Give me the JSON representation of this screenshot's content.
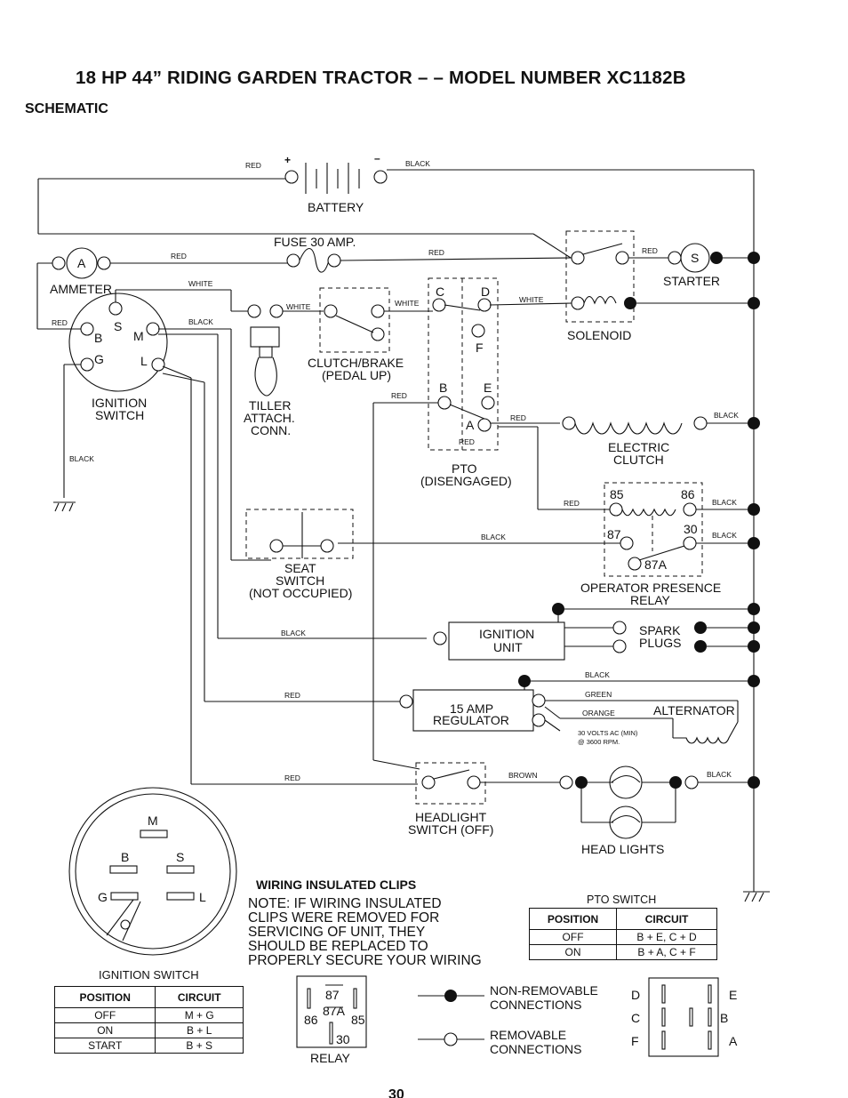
{
  "header": {
    "title": "18 HP 44” RIDING GARDEN TRACTOR – – MODEL NUMBER XC1182B",
    "subtitle": "SCHEMATIC"
  },
  "battery": {
    "label": "BATTERY",
    "pos_wire": "RED",
    "neg_wire": "BLACK",
    "plus": "+",
    "minus": "–"
  },
  "components": {
    "fuse": "FUSE 30 AMP.",
    "ammeter": "AMMETER",
    "ammeter_letter": "A",
    "starter": "STARTER",
    "starter_letter": "S",
    "solenoid": "SOLENOID",
    "ignition_switch": [
      "IGNITION",
      "SWITCH"
    ],
    "tiller": [
      "TILLER",
      "ATTACH.",
      "CONN."
    ],
    "clutch_brake": [
      "CLUTCH/BRAKE",
      "(PEDAL UP)"
    ],
    "pto": [
      "PTO",
      "(DISENGAGED)"
    ],
    "electric_clutch": [
      "ELECTRIC",
      "CLUTCH"
    ],
    "seat_switch": [
      "SEAT",
      "SWITCH",
      "(NOT OCCUPIED)"
    ],
    "relay": [
      "OPERATOR PRESENCE",
      "RELAY"
    ],
    "ignition_unit": [
      "IGNITION",
      "UNIT"
    ],
    "spark_plugs": [
      "SPARK",
      "PLUGS"
    ],
    "regulator": [
      "15 AMP",
      "REGULATOR"
    ],
    "alternator": "ALTERNATOR",
    "alt_note": [
      "30 VOLTS AC (MIN)",
      "@ 3600 RPM."
    ],
    "headlight_switch": [
      "HEADLIGHT",
      "SWITCH (OFF)"
    ],
    "head_lights": "HEAD LIGHTS"
  },
  "terminals": {
    "ign": [
      "S",
      "M",
      "B",
      "G",
      "L"
    ],
    "pto": [
      "C",
      "D",
      "F",
      "B",
      "E",
      "A"
    ],
    "relay": [
      "85",
      "86",
      "87",
      "30",
      "87A"
    ]
  },
  "wire_labels": {
    "red": "RED",
    "black": "BLACK",
    "white": "WHITE",
    "green": "GREEN",
    "orange": "ORANGE",
    "brown": "BROWN"
  },
  "wiring_clips": {
    "heading": "WIRING INSULATED CLIPS",
    "note": "NOTE: IF WIRING INSULATED\nCLIPS WERE REMOVED FOR\nSERVICING OF UNIT, THEY\nSHOULD BE REPLACED TO\nPROPERLY SECURE YOUR WIRING"
  },
  "ignition_face": {
    "letters": [
      "M",
      "B",
      "S",
      "G",
      "L"
    ],
    "caption": "IGNITION SWITCH"
  },
  "ignition_table": {
    "headers": [
      "POSITION",
      "CIRCUIT"
    ],
    "rows": [
      [
        "OFF",
        "M + G"
      ],
      [
        "ON",
        "B + L"
      ],
      [
        "START",
        "B + S"
      ]
    ]
  },
  "pto_table": {
    "caption": "PTO SWITCH",
    "headers": [
      "POSITION",
      "CIRCUIT"
    ],
    "rows": [
      [
        "OFF",
        "B + E, C + D"
      ],
      [
        "ON",
        "B + A, C + F"
      ]
    ]
  },
  "relay_face": {
    "pins": [
      "87",
      "86",
      "87A",
      "85",
      "30"
    ],
    "caption": "RELAY"
  },
  "legend": {
    "non_removable": [
      "NON-REMOVABLE",
      "CONNECTIONS"
    ],
    "removable": [
      "REMOVABLE",
      "CONNECTIONS"
    ]
  },
  "pto_face": {
    "left": [
      "D",
      "C",
      "F"
    ],
    "right": [
      "E",
      "B",
      "A"
    ]
  },
  "page_number": "30"
}
